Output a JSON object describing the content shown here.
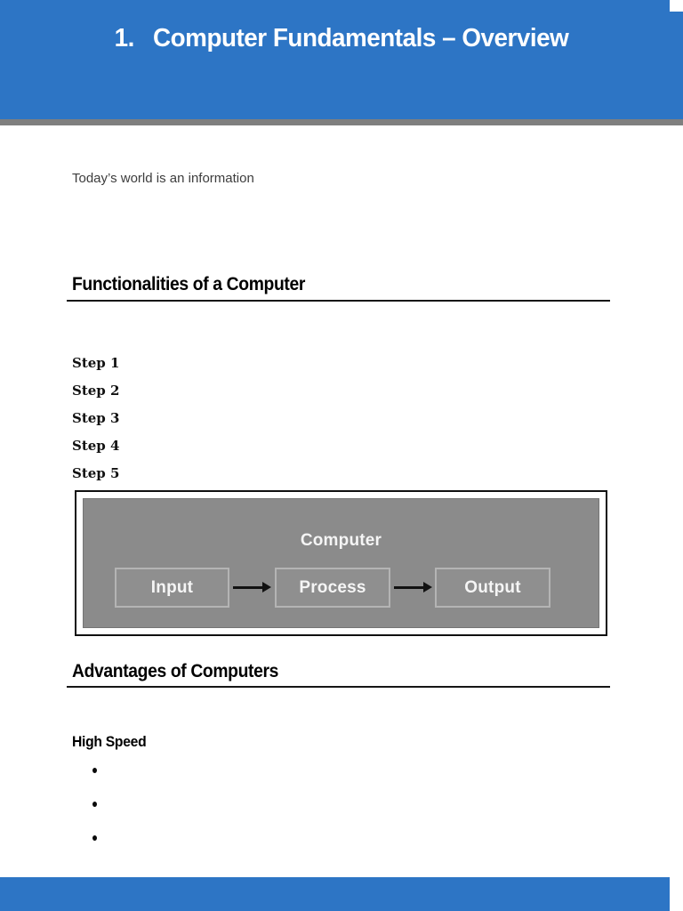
{
  "header": {
    "number": "1.",
    "title": "Computer Fundamentals – Overview"
  },
  "intro_text": "Today’s world is an information",
  "sections": [
    {
      "heading": "Functionalities of a Computer"
    },
    {
      "heading": "Advantages of Computers"
    }
  ],
  "steps": [
    "Step 1",
    "Step 2",
    "Step 3",
    "Step 4",
    "Step 5"
  ],
  "diagram": {
    "title": "Computer",
    "nodes": [
      "Input",
      "Process",
      "Output"
    ]
  },
  "advantages": {
    "subheading": "High Speed",
    "bullets": [
      "",
      "",
      ""
    ]
  },
  "colors": {
    "banner_blue": "#2d75c5",
    "strip_gray": "#7f7f7f",
    "diagram_gray": "#8b8b8b",
    "diagram_box_border": "#b4b4b4",
    "text_dark": "#3d3d3d"
  }
}
